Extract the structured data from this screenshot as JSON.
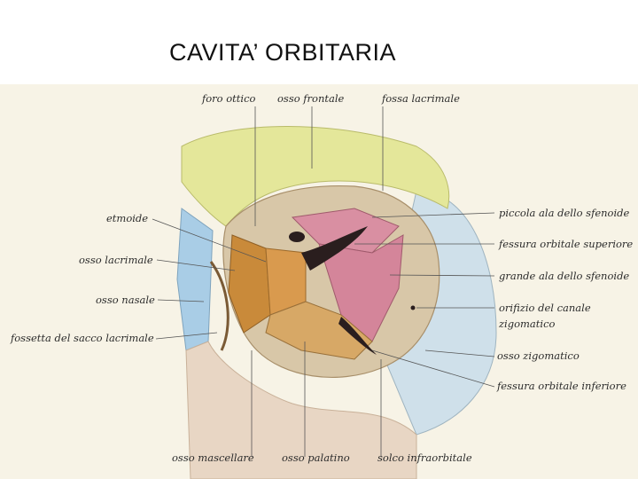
{
  "title": "CAVITA’ ORBITARIA",
  "labels": {
    "foro_ottico": "foro ottico",
    "osso_frontale": "osso frontale",
    "fossa_lacrimale": "fossa lacrimale",
    "etmoide": "etmoide",
    "osso_lacrimale": "osso lacrimale",
    "osso_nasale": "osso nasale",
    "fossetta_sacco": "fossetta del sacco lacrimale",
    "piccola_ala": "piccola ala dello sfenoide",
    "fessura_superiore": "fessura orbitale superiore",
    "grande_ala": "grande ala dello sfenoide",
    "orifizio_line1": "orifizio del canale",
    "orifizio_line2": "zigomatico",
    "osso_zigomatico": "osso zigomatico",
    "fessura_inferiore": "fessura orbitale inferiore",
    "osso_mascellare": "osso mascellare",
    "osso_palatino": "osso palatino",
    "solco_infraorbitale": "solco infraorbitale"
  },
  "colors": {
    "frontale": "#e4e79a",
    "zigomatico": "#cfe0ea",
    "etmoide": "#d99a4e",
    "lacrimale": "#c98a3a",
    "sfenoide_piccola": "#d98fa2",
    "sfenoide_grande": "#d4859a",
    "mascellare": "#e8d6c4",
    "palatino": "#d7a866",
    "nasale": "#a9cde6"
  }
}
